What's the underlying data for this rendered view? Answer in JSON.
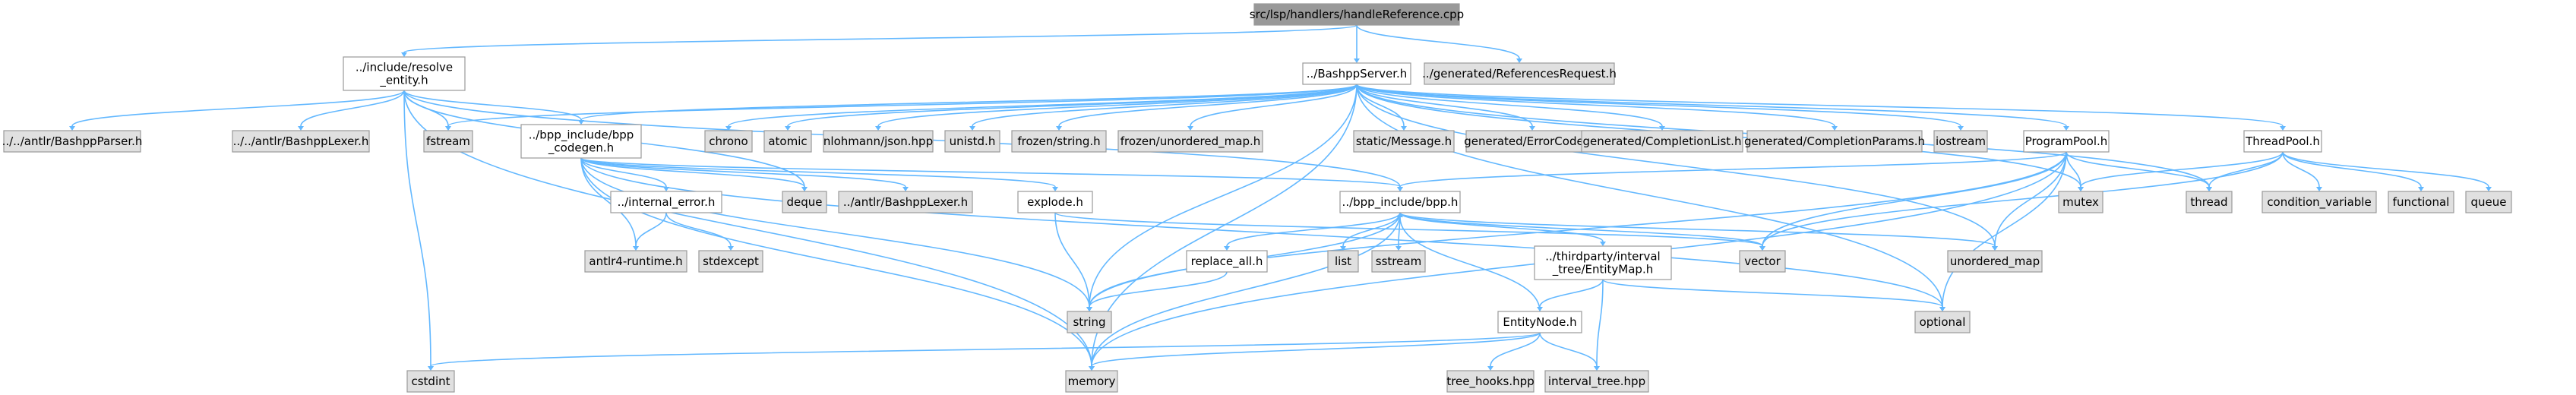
{
  "colors": {
    "root_fill": "#999999",
    "project_fill": "#ffffff",
    "system_fill": "#e0e0e0",
    "node_border": "#999999",
    "edge": "#63b8ff"
  },
  "nodes": {
    "root": {
      "lines": [
        "src/lsp/handlers/handleReference.cpp"
      ]
    },
    "resolve_entity": {
      "lines": [
        "../include/resolve",
        "_entity.h"
      ]
    },
    "bashpp_server": {
      "lines": [
        "../BashppServer.h"
      ]
    },
    "references_request": {
      "lines": [
        "../generated/ReferencesRequest.h"
      ]
    },
    "antlr_parser": {
      "lines": [
        "../../antlr/BashppParser.h"
      ]
    },
    "antlr_lexer_up": {
      "lines": [
        "../../antlr/BashppLexer.h"
      ]
    },
    "fstream": {
      "lines": [
        "fstream"
      ]
    },
    "bpp_codegen": {
      "lines": [
        "../bpp_include/bpp",
        "_codegen.h"
      ]
    },
    "chrono": {
      "lines": [
        "chrono"
      ]
    },
    "atomic": {
      "lines": [
        "atomic"
      ]
    },
    "json": {
      "lines": [
        "nlohmann/json.hpp"
      ]
    },
    "unistd": {
      "lines": [
        "unistd.h"
      ]
    },
    "frozen_string": {
      "lines": [
        "frozen/string.h"
      ]
    },
    "frozen_map": {
      "lines": [
        "frozen/unordered_map.h"
      ]
    },
    "static_message": {
      "lines": [
        "static/Message.h"
      ]
    },
    "error_codes": {
      "lines": [
        "generated/ErrorCodes.h"
      ]
    },
    "completion_list": {
      "lines": [
        "generated/CompletionList.h"
      ]
    },
    "completion_params": {
      "lines": [
        "generated/CompletionParams.h"
      ]
    },
    "iostream": {
      "lines": [
        "iostream"
      ]
    },
    "program_pool": {
      "lines": [
        "ProgramPool.h"
      ]
    },
    "thread_pool": {
      "lines": [
        "ThreadPool.h"
      ]
    },
    "internal_error": {
      "lines": [
        "../internal_error.h"
      ]
    },
    "deque": {
      "lines": [
        "deque"
      ]
    },
    "antlr_lexer": {
      "lines": [
        "../antlr/BashppLexer.h"
      ]
    },
    "explode": {
      "lines": [
        "explode.h"
      ]
    },
    "bpp": {
      "lines": [
        "../bpp_include/bpp.h"
      ]
    },
    "mutex": {
      "lines": [
        "mutex"
      ]
    },
    "thread": {
      "lines": [
        "thread"
      ]
    },
    "condition_variable": {
      "lines": [
        "condition_variable"
      ]
    },
    "functional": {
      "lines": [
        "functional"
      ]
    },
    "queue": {
      "lines": [
        "queue"
      ]
    },
    "antlr_runtime": {
      "lines": [
        "antlr4-runtime.h"
      ]
    },
    "stdexcept": {
      "lines": [
        "stdexcept"
      ]
    },
    "replace_all": {
      "lines": [
        "replace_all.h"
      ]
    },
    "list": {
      "lines": [
        "list"
      ]
    },
    "sstream": {
      "lines": [
        "sstream"
      ]
    },
    "entity_map": {
      "lines": [
        "../thirdparty/interval",
        "_tree/EntityMap.h"
      ]
    },
    "vector": {
      "lines": [
        "vector"
      ]
    },
    "unordered_map": {
      "lines": [
        "unordered_map"
      ]
    },
    "string": {
      "lines": [
        "string"
      ]
    },
    "entity_node": {
      "lines": [
        "EntityNode.h"
      ]
    },
    "optional": {
      "lines": [
        "optional"
      ]
    },
    "cstdint": {
      "lines": [
        "cstdint"
      ]
    },
    "memory": {
      "lines": [
        "memory"
      ]
    },
    "tree_hooks": {
      "lines": [
        "tree_hooks.hpp"
      ]
    },
    "interval_tree": {
      "lines": [
        "interval_tree.hpp"
      ]
    }
  }
}
